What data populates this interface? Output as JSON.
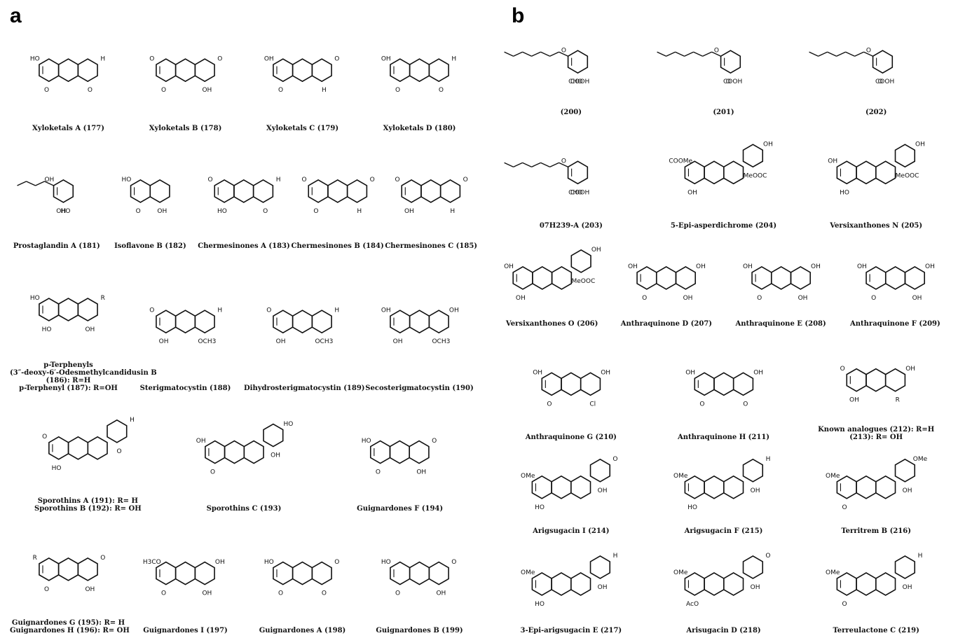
{
  "panel_a": {
    "label": "a",
    "rows": [
      [
        {
          "name": "xyloketals-a",
          "caption": "Xyloketals A (177)",
          "type": "fused3",
          "subs": [
            "HO",
            "O",
            "O",
            "H"
          ]
        },
        {
          "name": "xyloketals-b",
          "caption": "Xyloketals B (178)",
          "type": "fused3",
          "subs": [
            "O",
            "O",
            "OH",
            "O"
          ]
        },
        {
          "name": "xyloketals-c",
          "caption": "Xyloketals C (179)",
          "type": "fused3",
          "subs": [
            "OH",
            "O",
            "H",
            "O"
          ]
        },
        {
          "name": "xyloketals-d",
          "caption": "Xyloketals D (180)",
          "type": "fused3",
          "subs": [
            "OH",
            "O",
            "O",
            "H"
          ]
        }
      ],
      [
        {
          "name": "prostaglandin-a",
          "caption": "Prostaglandin A (181)",
          "type": "chain",
          "subs": [
            "OH",
            "OH",
            "HO"
          ]
        },
        {
          "name": "isoflavone-b",
          "caption": "Isoflavone B (182)",
          "type": "fused2",
          "subs": [
            "HO",
            "O",
            "OH"
          ]
        },
        {
          "name": "chermesinones-a",
          "caption": "Chermesinones A (183)",
          "type": "fused3",
          "subs": [
            "O",
            "HO",
            "O",
            "H"
          ]
        },
        {
          "name": "chermesinones-b",
          "caption": "Chermesinones B (184)",
          "type": "fused3",
          "subs": [
            "O",
            "O",
            "H",
            "O"
          ]
        },
        {
          "name": "chermesinones-c",
          "caption": "Chermesinones C (185)",
          "type": "fused3",
          "subs": [
            "O",
            "OH",
            "H",
            "O"
          ]
        }
      ],
      [
        {
          "name": "p-terphenyls",
          "caption": "p-Terphenyls",
          "caption2": "(3″-deoxy-6′-Odesmethylcandidusin B",
          "caption3": "(186): R=H",
          "caption4": "p-Terphenyl (187): R=OH",
          "type": "fused3",
          "subs": [
            "HO",
            "HO",
            "OH",
            "R"
          ]
        },
        {
          "name": "sterigmatocystin",
          "caption": "Sterigmatocystin (188)",
          "type": "fused3",
          "subs": [
            "O",
            "OH",
            "OCH3",
            "H"
          ]
        },
        {
          "name": "dihydrosterigmatocystin",
          "caption": "Dihydrosterigmatocystin (189)",
          "type": "fused3",
          "subs": [
            "O",
            "OH",
            "OCH3",
            "H"
          ]
        },
        {
          "name": "secosterigmatocystin",
          "caption": "Secosterigmatocystin  (190)",
          "type": "fused3",
          "subs": [
            "OH",
            "OH",
            "OCH3",
            "OH"
          ]
        }
      ],
      [
        {
          "name": "sporothins-ab",
          "caption": "Sporothins A (191): R= H",
          "caption2": "Sporothins B (192): R= OH",
          "type": "fused4",
          "subs": [
            "O",
            "HO",
            "O",
            "H"
          ]
        },
        {
          "name": "sporothins-c",
          "caption": "Sporothins C (193)",
          "type": "fused4",
          "subs": [
            "OH",
            "O",
            "OH",
            "HO"
          ]
        },
        {
          "name": "guignardones-f",
          "caption": "Guignardones F (194)",
          "type": "fused3",
          "subs": [
            "HO",
            "O",
            "OH",
            "O"
          ]
        }
      ],
      [
        {
          "name": "guignardones-gh",
          "caption": "Guignardones G (195): R= H",
          "caption2": "Guignardones H (196): R= OH",
          "type": "fused3",
          "subs": [
            "R",
            "O",
            "OH",
            "O"
          ]
        },
        {
          "name": "guignardones-i",
          "caption": "Guignardones I (197)",
          "type": "fused3",
          "subs": [
            "H3CO",
            "O",
            "OH",
            "OH"
          ]
        },
        {
          "name": "guignardones-a",
          "caption": "Guignardones A (198)",
          "type": "fused3",
          "subs": [
            "HO",
            "O",
            "O",
            "O"
          ]
        },
        {
          "name": "guignardones-b",
          "caption": "Guignardones B (199)",
          "type": "fused3",
          "subs": [
            "HO",
            "O",
            "OH",
            "O"
          ]
        }
      ]
    ]
  },
  "panel_b": {
    "label": "b",
    "rows": [
      [
        {
          "name": "compound-200",
          "caption": "(200)",
          "type": "chain",
          "subs": [
            "O",
            "CHO",
            "COOH"
          ]
        },
        {
          "name": "compound-201",
          "caption": "(201)",
          "type": "chain",
          "subs": [
            "O",
            "O",
            "COOH"
          ]
        },
        {
          "name": "compound-202",
          "caption": "(202)",
          "type": "chain",
          "subs": [
            "O",
            "O",
            "COOH"
          ]
        }
      ],
      [
        {
          "name": "compound-203",
          "caption": "07H239-A (203)",
          "type": "chain",
          "subs": [
            "O",
            "CHO",
            "COOH"
          ]
        },
        {
          "name": "epi-asperdichrome",
          "caption": "5-Epi-asperdichrome (204)",
          "type": "fused4",
          "subs": [
            "COOMe",
            "OH",
            "MeOOC",
            "OH"
          ]
        },
        {
          "name": "versixanthones-n",
          "caption": "Versixanthones N (205)",
          "type": "fused4",
          "subs": [
            "OH",
            "HO",
            "MeOOC",
            "OH"
          ]
        }
      ],
      [
        {
          "name": "versixanthones-o",
          "caption": "Versixanthones O (206)",
          "type": "fused4",
          "subs": [
            "OH",
            "OH",
            "MeOOC",
            "OH"
          ]
        },
        {
          "name": "anthraquinone-d",
          "caption": "Anthraquinone D (207)",
          "type": "fused3",
          "subs": [
            "OH",
            "O",
            "OH",
            "OH"
          ]
        },
        {
          "name": "anthraquinone-e",
          "caption": "Anthraquinone E (208)",
          "type": "fused3",
          "subs": [
            "OH",
            "O",
            "OH",
            "OH"
          ]
        },
        {
          "name": "anthraquinone-f",
          "caption": "Anthraquinone F (209)",
          "type": "fused3",
          "subs": [
            "OH",
            "O",
            "OH",
            "OH"
          ]
        }
      ],
      [
        {
          "name": "anthraquinone-g",
          "caption": "Anthraquinone G (210)",
          "type": "fused3",
          "subs": [
            "OH",
            "O",
            "Cl",
            "OH"
          ]
        },
        {
          "name": "anthraquinone-h",
          "caption": "Anthraquinone H (211)",
          "type": "fused3",
          "subs": [
            "OH",
            "O",
            "O",
            "OH"
          ]
        },
        {
          "name": "known-analogues",
          "caption": "Known analogues (212): R=H",
          "caption2": "(213): R= OH",
          "type": "fused3",
          "subs": [
            "O",
            "OH",
            "R",
            "OH"
          ]
        }
      ],
      [
        {
          "name": "arigsugacin-i",
          "caption": "Arigsugacin I (214)",
          "type": "fused4",
          "subs": [
            "OMe",
            "HO",
            "OH",
            "O"
          ]
        },
        {
          "name": "arigsugacin-f",
          "caption": "Arigsugacin F (215)",
          "type": "fused4",
          "subs": [
            "OMe",
            "HO",
            "OH",
            "H"
          ]
        },
        {
          "name": "territrem-b",
          "caption": "Territrem B (216)",
          "type": "fused4",
          "subs": [
            "OMe",
            "O",
            "OH",
            "OMe"
          ]
        }
      ],
      [
        {
          "name": "epi-arigsugacin-e",
          "caption": "3-Epi-arigsugacin E (217)",
          "type": "fused4",
          "subs": [
            "OMe",
            "HO",
            "OH",
            "H"
          ]
        },
        {
          "name": "arisugacin-d",
          "caption": "Arisugacin D (218)",
          "type": "fused4",
          "subs": [
            "OMe",
            "AcO",
            "OH",
            "O"
          ]
        },
        {
          "name": "terreulactone-c",
          "caption": "Terreulactone C (219)",
          "type": "fused4",
          "subs": [
            "OMe",
            "O",
            "OH",
            "H"
          ]
        }
      ]
    ]
  }
}
